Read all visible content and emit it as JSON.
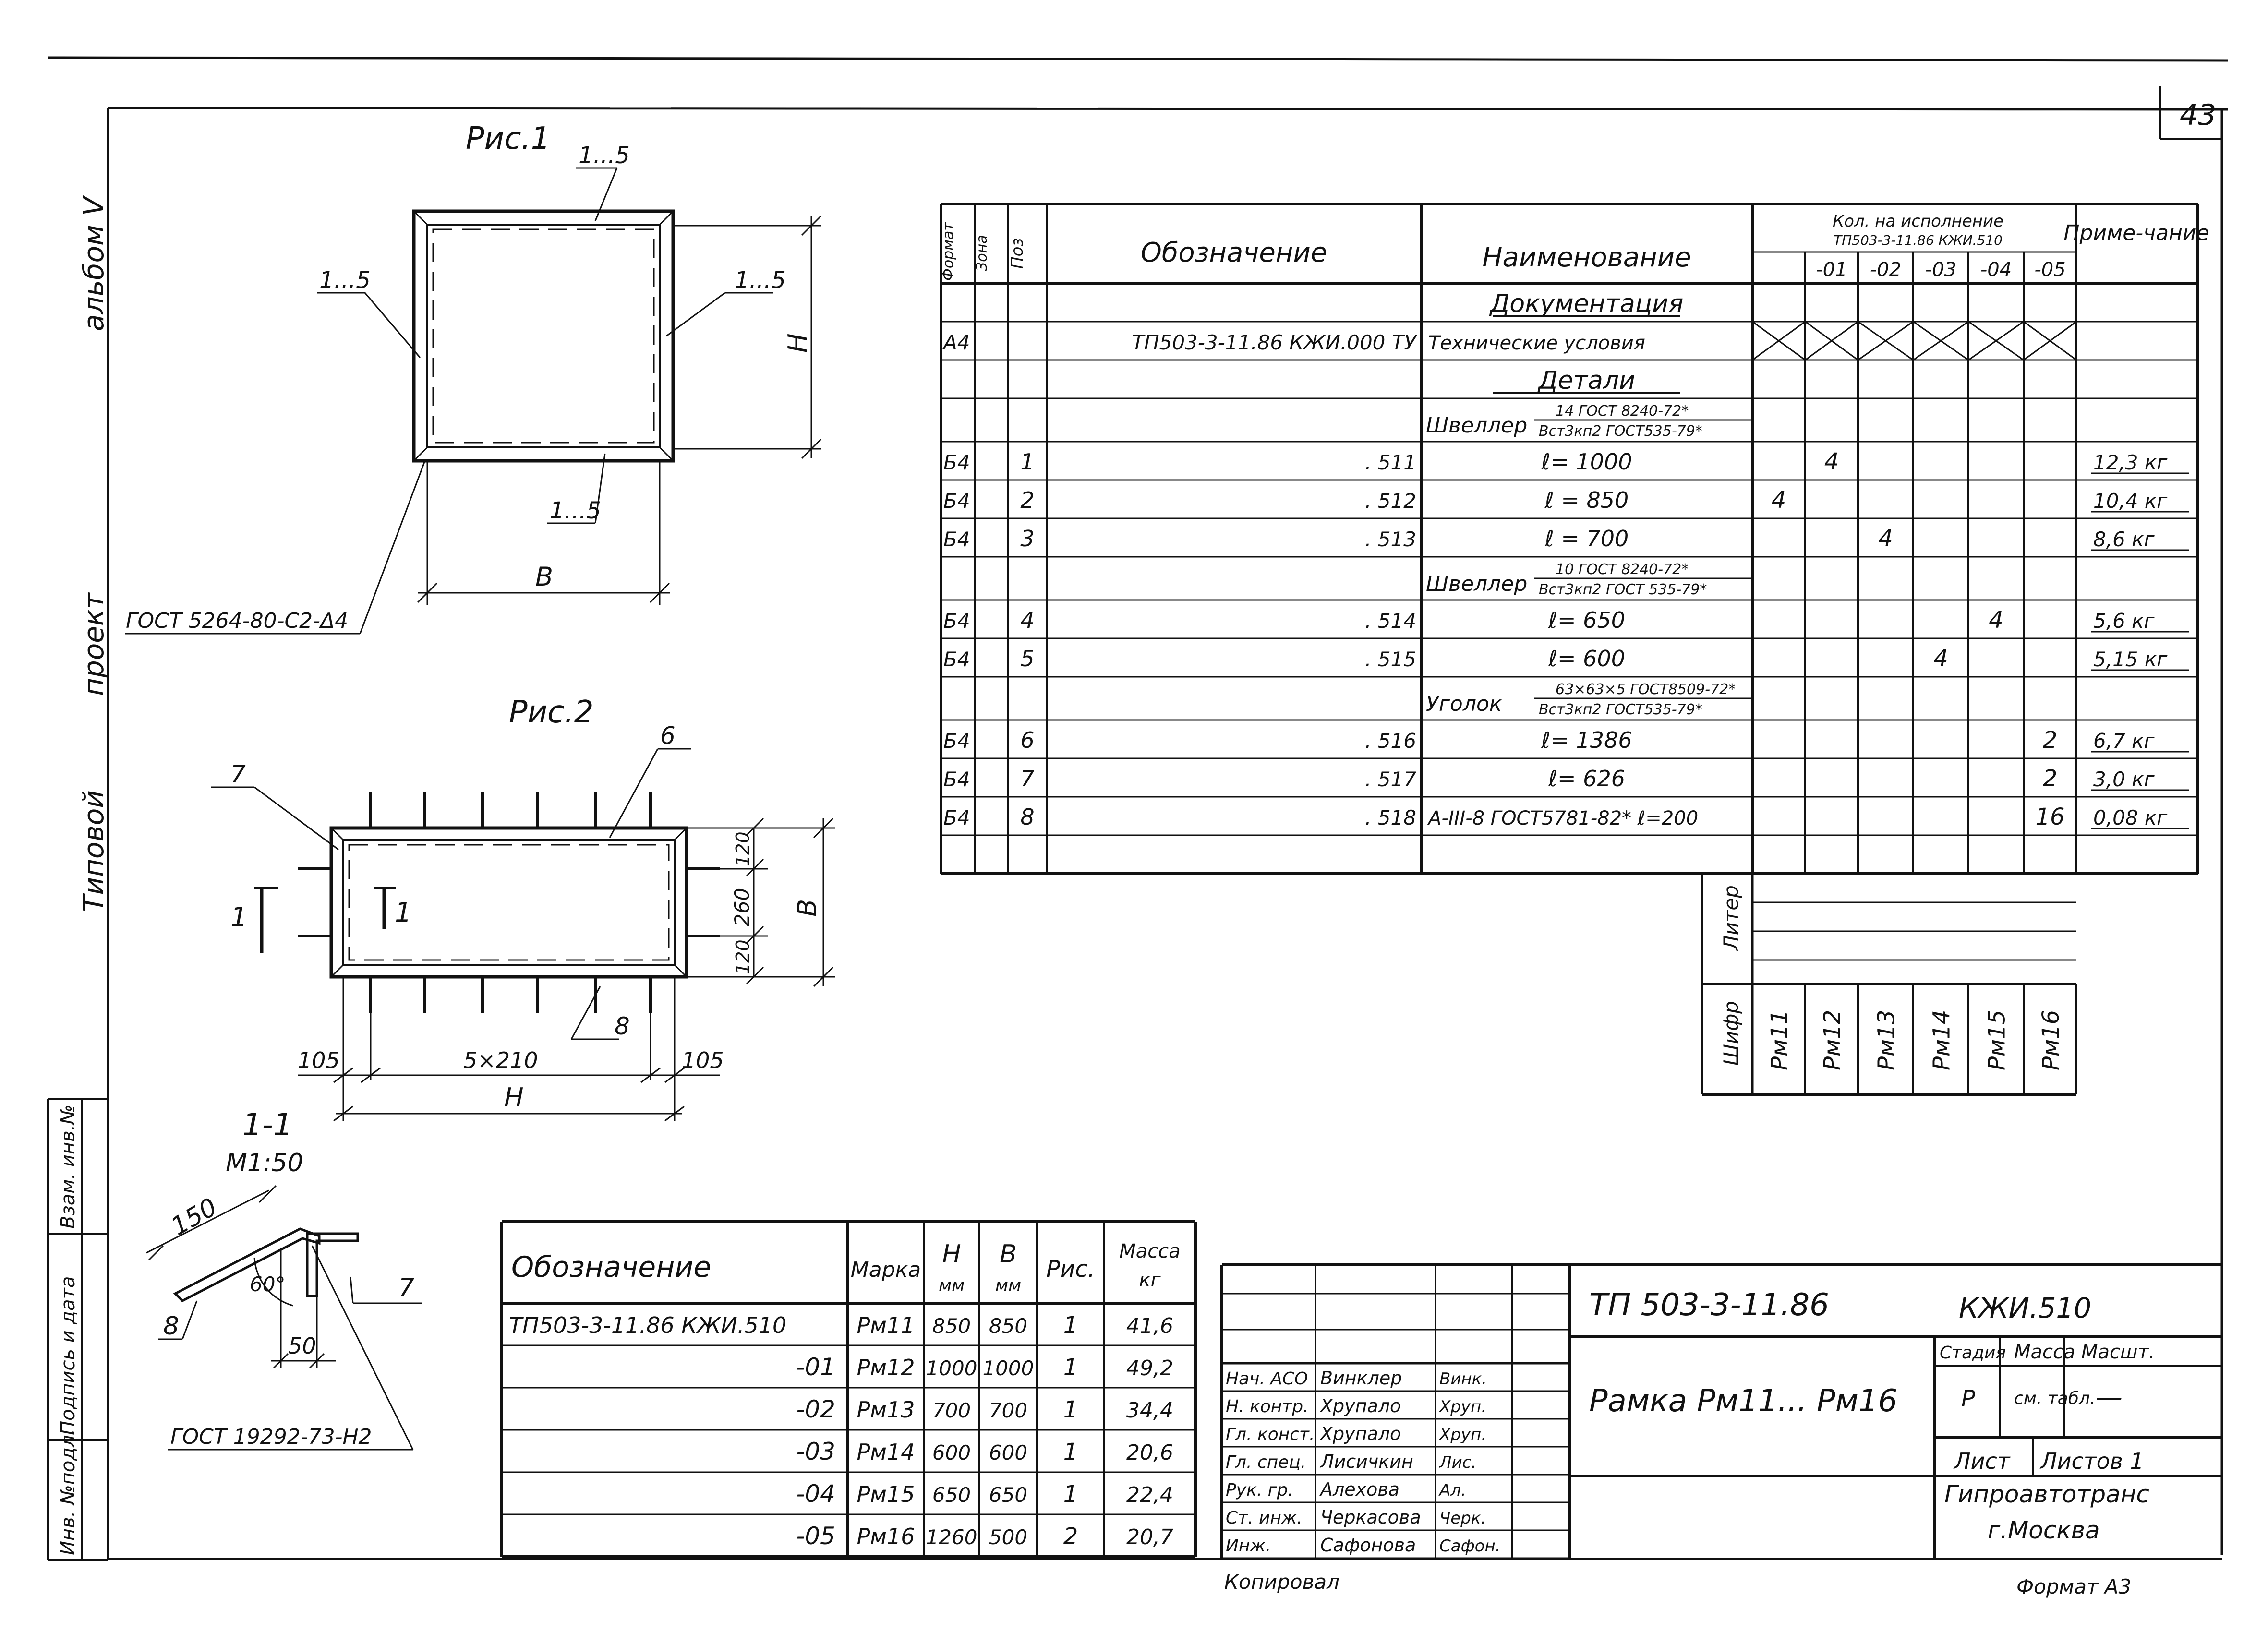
{
  "sheet_number": "43",
  "side_labels": {
    "album": "альбом V",
    "project": "проект",
    "typical": "Типовой"
  },
  "stamp_column": {
    "inv_podl": "Инв. №подл.",
    "podpis_data": "Подпись и дата",
    "vzam_inv": "Взам. инв.№"
  },
  "fig1": {
    "title": "Рис.1",
    "label_top": "1...5",
    "label_left": "1...5",
    "label_right": "1...5",
    "label_bottom": "1...5",
    "dim_h": "H",
    "dim_b": "B",
    "gost": "ГОСТ 5264-80-С2-Δ4"
  },
  "fig2": {
    "title": "Рис.2",
    "pos6": "6",
    "pos7": "7",
    "pos8": "8",
    "sec_left": "1",
    "sec_right": "1",
    "dim_120a": "120",
    "dim_260": "260",
    "dim_120b": "120",
    "dim_b": "B",
    "dim_105a": "105",
    "dim_5x210": "5×210",
    "dim_105b": "105",
    "dim_h": "H"
  },
  "section": {
    "title": "1-1",
    "scale": "М1:50",
    "dim150": "150",
    "angle": "60°",
    "dim50": "50",
    "pos7": "7",
    "pos8": "8",
    "gost": "ГОСТ 19292-73-Н2"
  },
  "spec": {
    "headers": {
      "format": "Формат",
      "zone": "Зона",
      "pos": "Поз",
      "designation": "Обозначение",
      "name": "Наименование",
      "qty": "Кол. на исполнение",
      "qty_doc": "ТП503-3-11.86 КЖИ.510",
      "note": "Приме-чание",
      "variants": [
        "",
        "-01",
        "-02",
        "-03",
        "-04",
        "-05"
      ]
    },
    "rows": [
      {
        "f": "",
        "z": "",
        "p": "",
        "d": "",
        "n": "Документация",
        "q": [
          "",
          "",
          "",
          "",
          "",
          ""
        ],
        "note": "",
        "type": "section"
      },
      {
        "f": "А4",
        "z": "",
        "p": "",
        "d": "ТП503-3-11.86 КЖИ.000 ТУ",
        "n": "Технические условия",
        "q": [
          "",
          "",
          "",
          "",
          "",
          ""
        ],
        "note": "",
        "type": "crossed"
      },
      {
        "f": "",
        "z": "",
        "p": "",
        "d": "",
        "n": "Детали",
        "q": [
          "",
          "",
          "",
          "",
          "",
          ""
        ],
        "note": "",
        "type": "section"
      },
      {
        "f": "",
        "z": "",
        "p": "",
        "d": "",
        "n": "Швеллер",
        "n_top": "14 ГОСТ 8240-72*",
        "n_bot": "Вст3кп2 ГОСТ535-79*",
        "q": [
          "",
          "",
          "",
          "",
          "",
          ""
        ],
        "note": "",
        "type": "frac"
      },
      {
        "f": "Б4",
        "z": "",
        "p": "1",
        "d": ". 511",
        "n": "ℓ= 1000",
        "q": [
          "",
          "4",
          "",
          "",
          "",
          ""
        ],
        "note": "12,3 кг"
      },
      {
        "f": "Б4",
        "z": "",
        "p": "2",
        "d": ". 512",
        "n": "ℓ = 850",
        "q": [
          "4",
          "",
          "",
          "",
          "",
          ""
        ],
        "note": "10,4 кг"
      },
      {
        "f": "Б4",
        "z": "",
        "p": "3",
        "d": ". 513",
        "n": "ℓ = 700",
        "q": [
          "",
          "",
          "4",
          "",
          "",
          ""
        ],
        "note": "8,6 кг"
      },
      {
        "f": "",
        "z": "",
        "p": "",
        "d": "",
        "n": "Швеллер",
        "n_top": "10 ГОСТ 8240-72*",
        "n_bot": "Вст3кп2 ГОСТ 535-79*",
        "q": [
          "",
          "",
          "",
          "",
          "",
          ""
        ],
        "note": "",
        "type": "frac"
      },
      {
        "f": "Б4",
        "z": "",
        "p": "4",
        "d": ". 514",
        "n": "ℓ= 650",
        "q": [
          "",
          "",
          "",
          "",
          "4",
          ""
        ],
        "note": "5,6 кг"
      },
      {
        "f": "Б4",
        "z": "",
        "p": "5",
        "d": ". 515",
        "n": "ℓ= 600",
        "q": [
          "",
          "",
          "",
          "4",
          "",
          ""
        ],
        "note": "5,15 кг"
      },
      {
        "f": "",
        "z": "",
        "p": "",
        "d": "",
        "n": "Уголок",
        "n_top": "63×63×5 ГОСТ8509-72*",
        "n_bot": "Вст3кп2 ГОСТ535-79*",
        "q": [
          "",
          "",
          "",
          "",
          "",
          ""
        ],
        "note": "",
        "type": "frac"
      },
      {
        "f": "Б4",
        "z": "",
        "p": "6",
        "d": ". 516",
        "n": "ℓ= 1386",
        "q": [
          "",
          "",
          "",
          "",
          "",
          "2"
        ],
        "note": "6,7 кг"
      },
      {
        "f": "Б4",
        "z": "",
        "p": "7",
        "d": ". 517",
        "n": "ℓ= 626",
        "q": [
          "",
          "",
          "",
          "",
          "",
          "2"
        ],
        "note": "3,0 кг"
      },
      {
        "f": "Б4",
        "z": "",
        "p": "8",
        "d": ". 518",
        "n": "А-III-8 ГОСТ5781-82* ℓ=200",
        "q": [
          "",
          "",
          "",
          "",
          "",
          "16"
        ],
        "note": "0,08 кг"
      },
      {
        "f": "",
        "z": "",
        "p": "",
        "d": "",
        "n": "",
        "q": [
          "",
          "",
          "",
          "",
          "",
          ""
        ],
        "note": ""
      }
    ],
    "liter": "Литер",
    "shifr": "Шифр",
    "codes": [
      "Рм11",
      "Рм12",
      "Рм13",
      "Рм14",
      "Рм15",
      "Рм16"
    ]
  },
  "marks_table": {
    "headers": {
      "designation": "Обозначение",
      "mark": "Марка",
      "h": "H",
      "h_unit": "мм",
      "b": "B",
      "b_unit": "мм",
      "fig": "Рис.",
      "mass": "Масса",
      "mass_unit": "кг"
    },
    "rows": [
      {
        "d": "ТП503-3-11.86 КЖИ.510",
        "m": "Рм11",
        "h": "850",
        "b": "850",
        "fig": "1",
        "mass": "41,6"
      },
      {
        "d": "-01",
        "m": "Рм12",
        "h": "1000",
        "b": "1000",
        "fig": "1",
        "mass": "49,2"
      },
      {
        "d": "-02",
        "m": "Рм13",
        "h": "700",
        "b": "700",
        "fig": "1",
        "mass": "34,4"
      },
      {
        "d": "-03",
        "m": "Рм14",
        "h": "600",
        "b": "600",
        "fig": "1",
        "mass": "20,6"
      },
      {
        "d": "-04",
        "m": "Рм15",
        "h": "650",
        "b": "650",
        "fig": "1",
        "mass": "22,4"
      },
      {
        "d": "-05",
        "m": "Рм16",
        "h": "1260",
        "b": "500",
        "fig": "2",
        "mass": "20,7"
      }
    ]
  },
  "title_block": {
    "doc_number": "ТП 503-3-11.86",
    "doc_code": "КЖИ.510",
    "name": "Рамка Рм11... Рм16",
    "stage_label": "Стадия",
    "mass_label": "Масса",
    "scale_label": "Масшт.",
    "stage": "Р",
    "mass": "см. табл.",
    "scale": "—",
    "sheet_label": "Лист",
    "sheets_label": "Листов 1",
    "org": "Гипроавтотранс",
    "city": "г.Москва",
    "people": [
      {
        "role": "Нач. АСО",
        "name": "Винклер",
        "sig": "Винк."
      },
      {
        "role": "Н. контр.",
        "name": "Хрупало",
        "sig": "Хруп."
      },
      {
        "role": "Гл. конст.",
        "name": "Хрупало",
        "sig": "Хруп."
      },
      {
        "role": "Гл. спец.",
        "name": "Лисичкин",
        "sig": "Лис."
      },
      {
        "role": "Рук. гр.",
        "name": "Алехова",
        "sig": "Ал."
      },
      {
        "role": "Ст. инж.",
        "name": "Черкасова",
        "sig": "Черк."
      },
      {
        "role": "Инж.",
        "name": "Сафонова",
        "sig": "Сафон."
      }
    ]
  },
  "footer": {
    "copied": "Копировал",
    "format": "Формат А3"
  }
}
